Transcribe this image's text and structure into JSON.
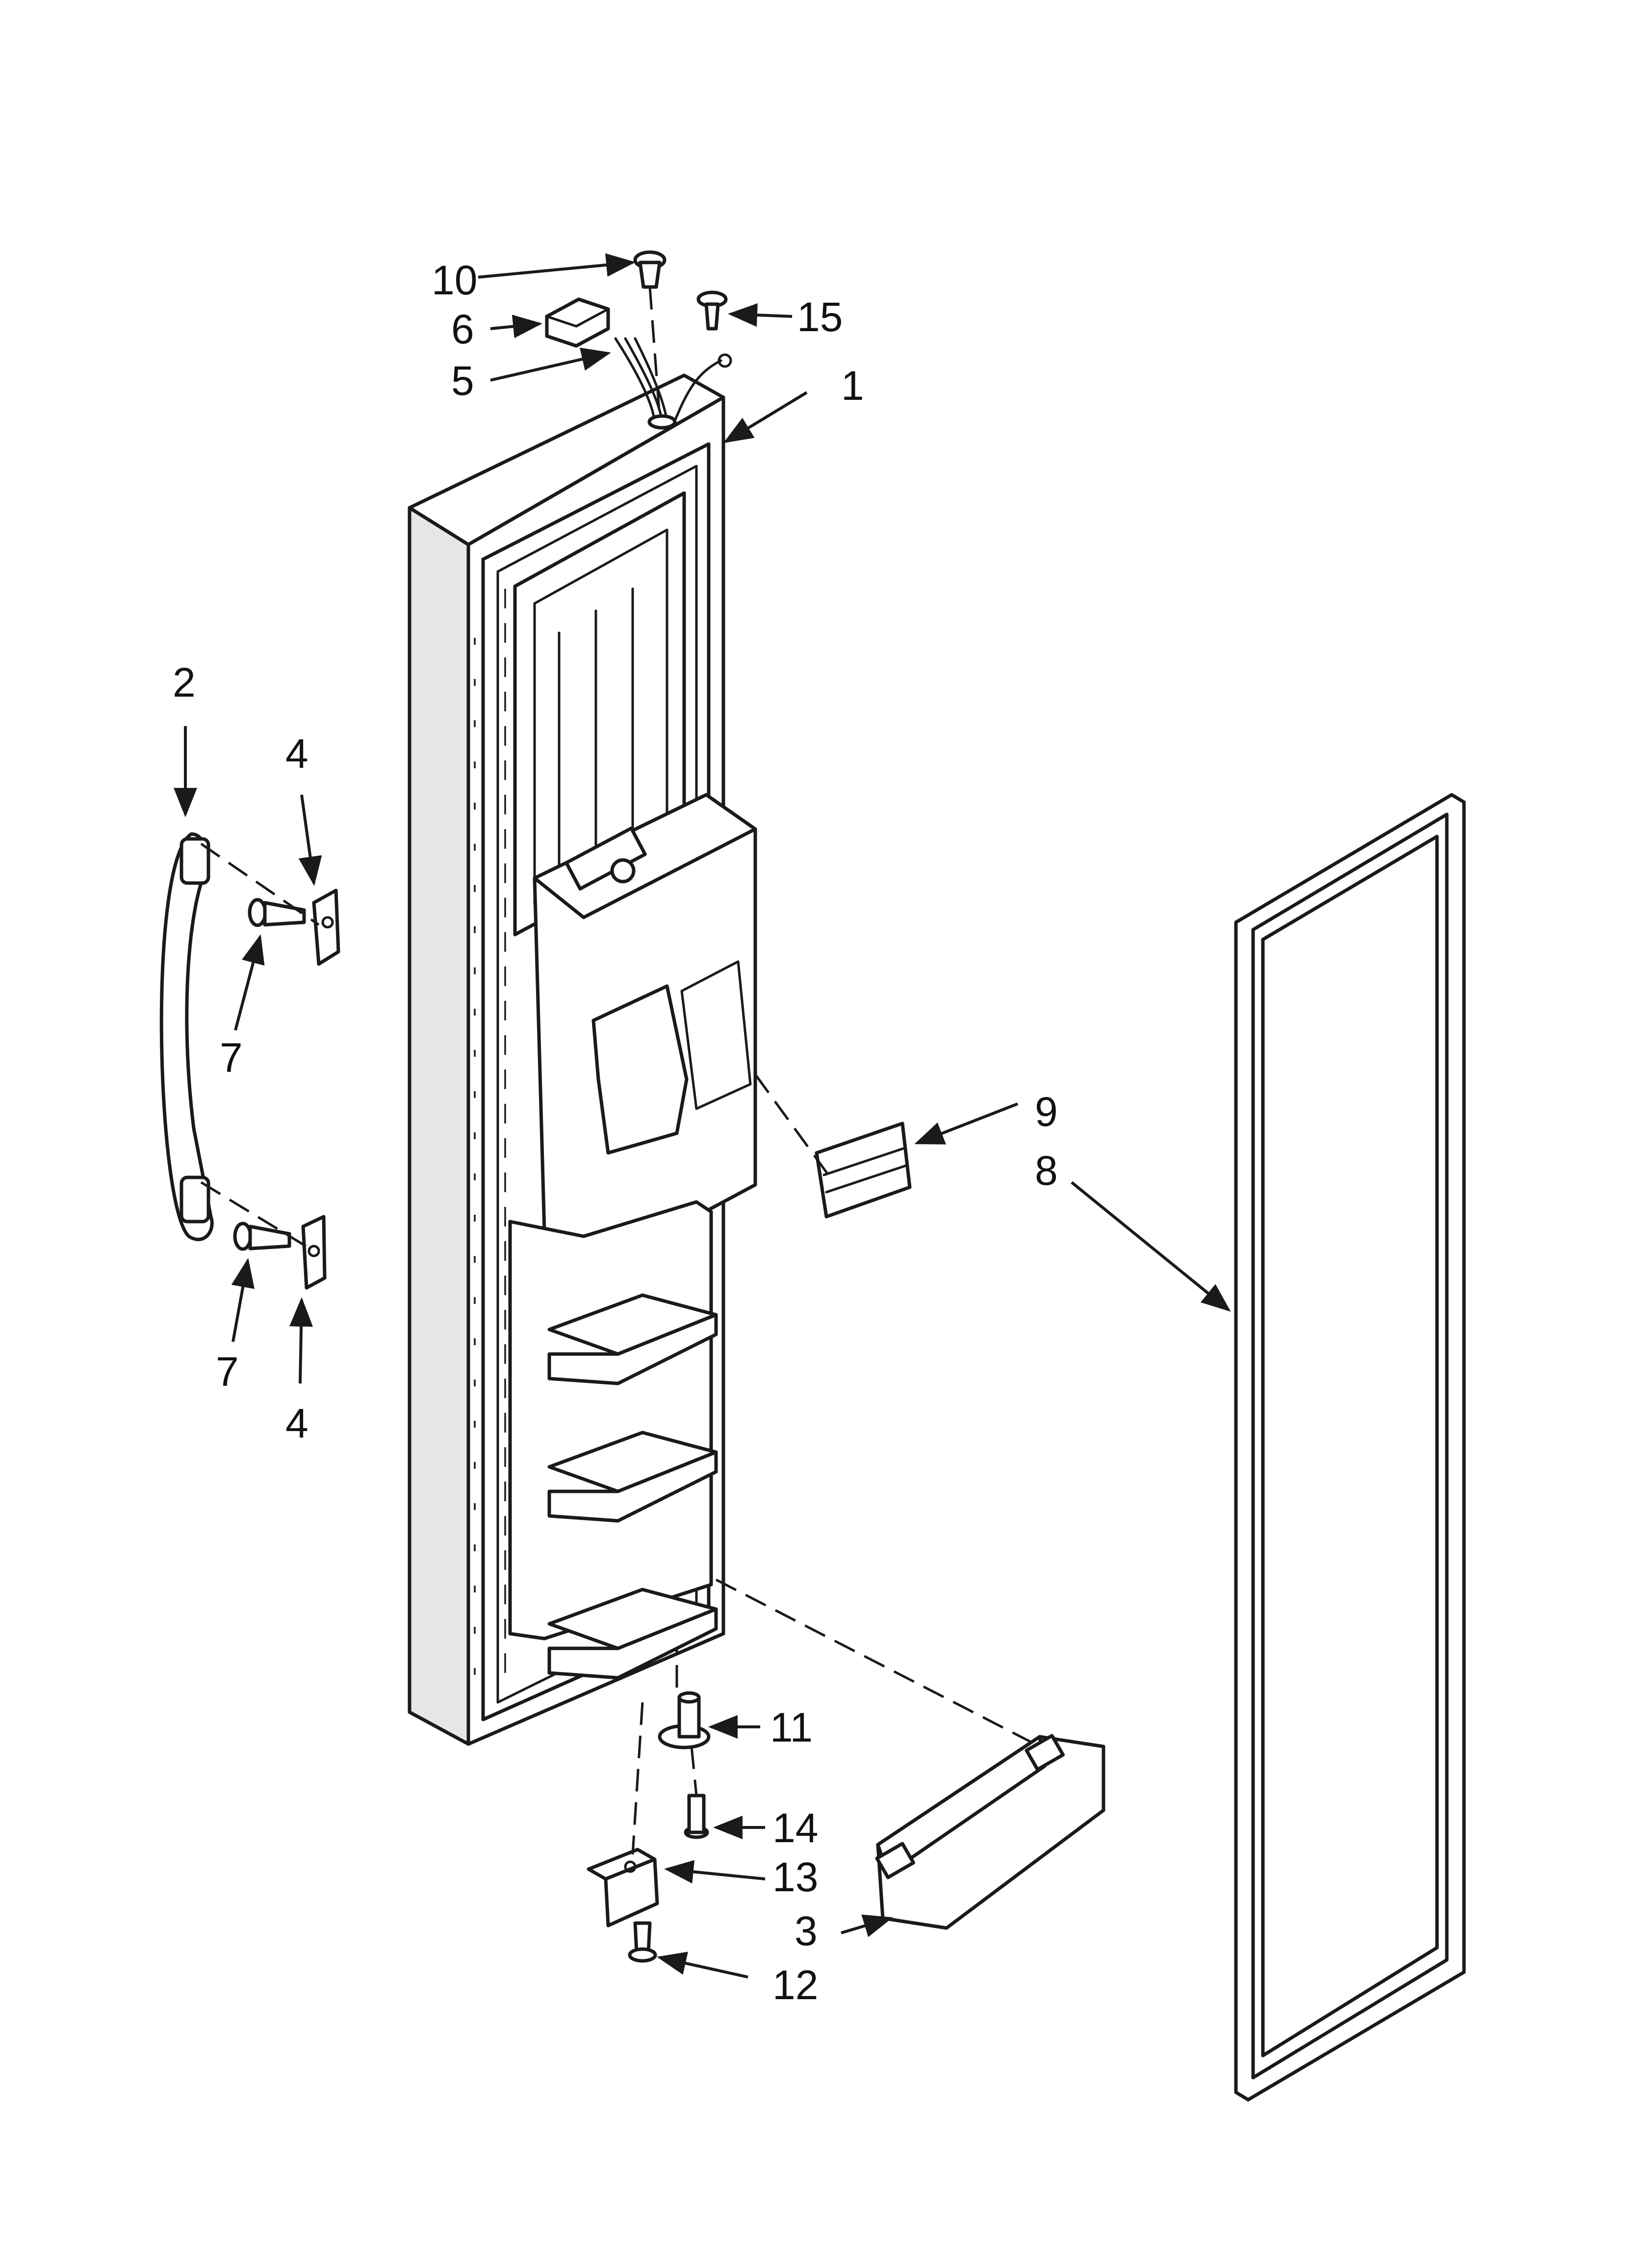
{
  "callouts": {
    "c1": "1",
    "c2": "2",
    "c3": "3",
    "c4a": "4",
    "c4b": "4",
    "c5": "5",
    "c6": "6",
    "c7a": "7",
    "c7b": "7",
    "c8": "8",
    "c9": "9",
    "c10": "10",
    "c11": "11",
    "c12": "12",
    "c13": "13",
    "c14": "14",
    "c15": "15"
  }
}
